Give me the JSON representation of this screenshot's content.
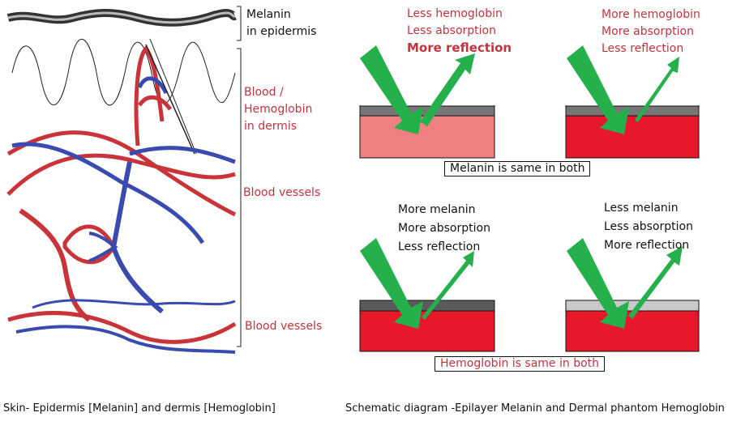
{
  "left_panel": {
    "labels": {
      "melanin": [
        "Melanin",
        "in epidermis"
      ],
      "blood_hemoglobin": [
        "Blood /",
        "Hemoglobin",
        "in dermis"
      ],
      "blood_vessels_1": "Blood vessels",
      "blood_vessels_2": "Blood vessels"
    },
    "caption": "Skin- Epidermis [Melanin] and dermis [Hemoglobin]"
  },
  "right_panel": {
    "top_left": {
      "lines": [
        "Less hemoglobin",
        "Less absorption",
        "More reflection"
      ]
    },
    "top_right": {
      "lines": [
        "More hemoglobin",
        "More absorption",
        "Less reflection"
      ]
    },
    "top_note": "Melanin is same in both",
    "bottom_left": {
      "lines": [
        "More melanin",
        "More absorption",
        "Less reflection"
      ]
    },
    "bottom_right": {
      "lines": [
        "Less melanin",
        "Less absorption",
        "More reflection"
      ]
    },
    "bottom_note": "Hemoglobin is same in both",
    "caption": "Schematic diagram -Epilayer Melanin and Dermal phantom Hemoglobin"
  },
  "colors": {
    "text_red": "#c0343e",
    "blood_red": "#c8343a",
    "vessel_blue": "#3a4bb0",
    "arrow_green": "#25b04b",
    "dermis_light": "#f08080",
    "dermis_dark": "#e8182a",
    "melanin_gray": "#777777",
    "melanin_dark": "#5a5a5a",
    "melanin_light": "#c9c9c9"
  }
}
